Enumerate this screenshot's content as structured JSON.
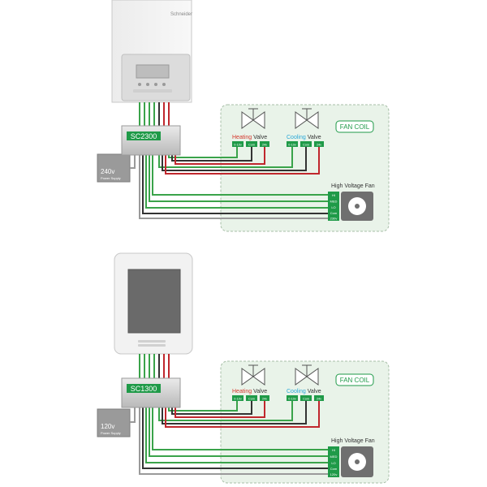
{
  "colors": {
    "green_wire": "#3aa34a",
    "red_wire": "#c0272d",
    "dark_wire": "#333333",
    "gray_wire": "#9a9a9a",
    "panel_fill": "#e9f3e9",
    "panel_border": "#a8bfa8",
    "heating": "#d4372c",
    "cooling": "#29a8d8",
    "accent_green": "#1f9a48"
  },
  "diagram_top": {
    "controller_brand": "Schneider",
    "controller_model": "SC2300",
    "power_supply_voltage": "240v",
    "power_supply_label": "Power Supply",
    "panel_title": "FAN COIL",
    "heating_valve": {
      "word1": "Heating",
      "word2": "Valve",
      "terminals": [
        "0-10v",
        "Com",
        "24v"
      ]
    },
    "cooling_valve": {
      "word1": "Cooling",
      "word2": "Valve",
      "terminals": [
        "0-10v",
        "Com",
        "24v"
      ]
    },
    "fan_label": "High Voltage Fan",
    "fan_terminals": [
      "HI",
      "MED",
      "LO",
      "Com",
      "230v"
    ]
  },
  "diagram_bottom": {
    "controller_model": "SC1300",
    "power_supply_voltage": "120v",
    "power_supply_label": "Power Supply",
    "panel_title": "FAN COIL",
    "heating_valve": {
      "word1": "Heating",
      "word2": "Valve",
      "terminals": [
        "0-10v",
        "Com",
        "24v"
      ]
    },
    "cooling_valve": {
      "word1": "Cooling",
      "word2": "Valve",
      "terminals": [
        "0-10v",
        "Com",
        "24v"
      ]
    },
    "fan_label": "High Voltage Fan",
    "fan_terminals": [
      "HI",
      "MED",
      "LO",
      "Com",
      "120v"
    ]
  }
}
